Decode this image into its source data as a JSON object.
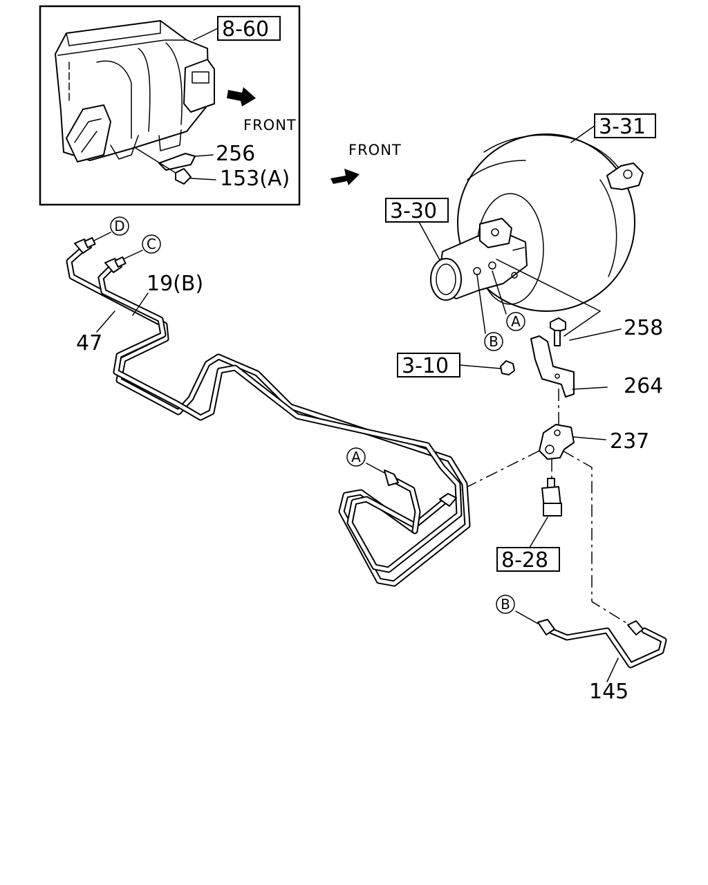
{
  "callouts": {
    "inset_box": "8-60",
    "booster_box": "3-31",
    "master_cyl_box": "3-30",
    "nut_box": "3-10",
    "switch_box": "8-28"
  },
  "labels": {
    "inset_front": "FRONT",
    "main_front": "FRONT",
    "p256": "256",
    "p153": "153(A)",
    "p19": "19(B)",
    "p47": "47",
    "p258": "258",
    "p264": "264",
    "p237": "237",
    "p145": "145"
  },
  "circle_markers": {
    "d_top": "D",
    "c_top": "C",
    "a_mc": "A",
    "b_mc": "B",
    "a_left": "A",
    "b_right": "B"
  }
}
